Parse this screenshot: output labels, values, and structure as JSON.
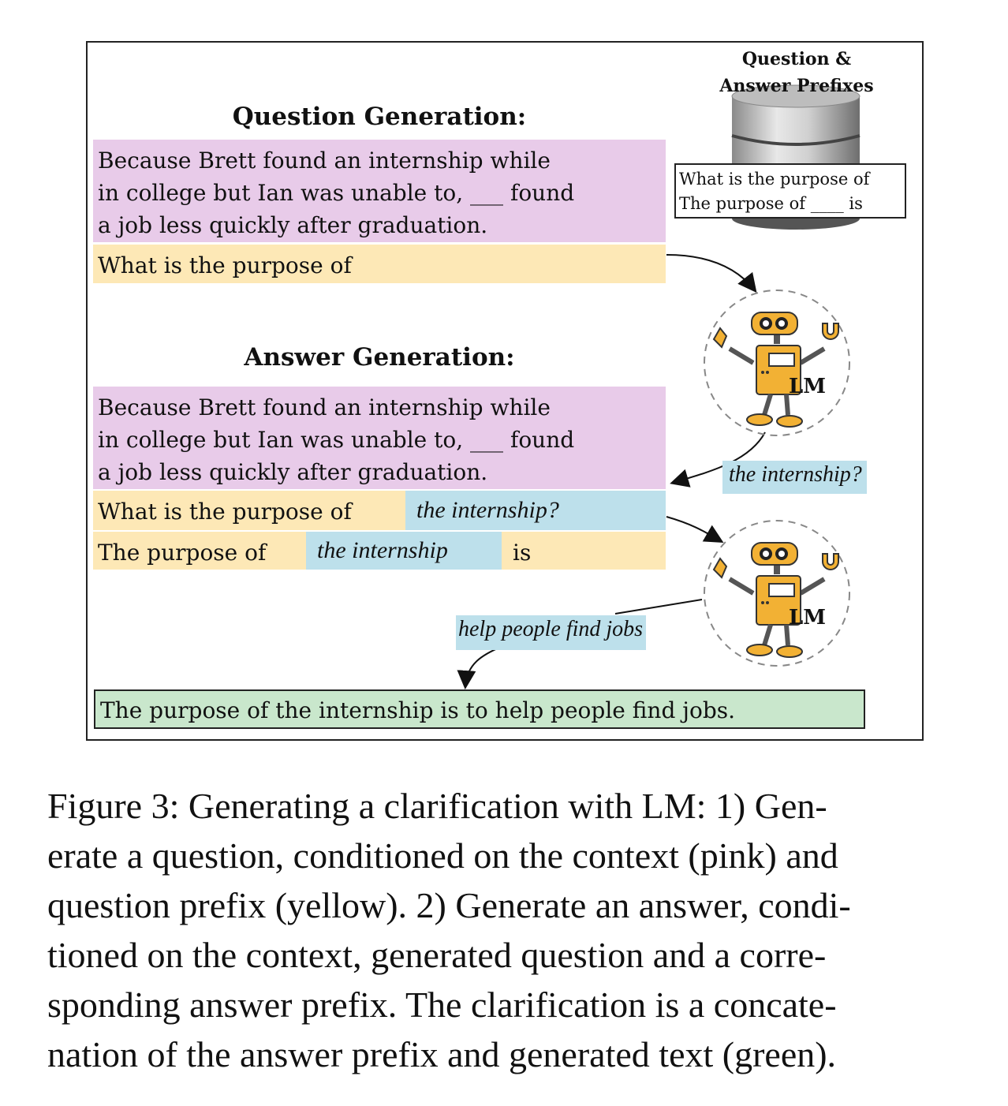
{
  "database": {
    "title_line1": "Question &",
    "title_line2": "Answer Prefixes",
    "entry1": "What is the purpose of",
    "entry2": "The purpose of ____ is"
  },
  "question_generation": {
    "heading": "Question Generation:",
    "context_lines": [
      "Because Brett found an internship while",
      "in college but Ian was unable to, ___ found",
      "a job less quickly after graduation."
    ],
    "question_prefix": "What is the purpose of"
  },
  "answer_generation": {
    "heading": "Answer Generation:",
    "context_lines": [
      "Because Brett found an internship while",
      "in college but Ian was unable to, ___ found",
      "a job less quickly after graduation."
    ],
    "question_prefix": "What is the purpose of",
    "generated_question": "the internship?",
    "answer_prefix_start": "The purpose of",
    "answer_prefix_fill": "the internship",
    "answer_prefix_end": "is"
  },
  "lm_label": "LM",
  "lm_output_question": "the internship?",
  "lm_output_answer": "help people find jobs",
  "clarification": "The purpose of the internship is to help people find jobs.",
  "caption_lines": [
    "Figure 3: Generating a clarification with LM: 1) Gen-",
    "erate a question, conditioned on the context (pink) and",
    "question prefix (yellow). 2) Generate an answer, condi-",
    "tioned on the context, generated question and a corre-",
    "sponding answer prefix. The clarification is a concate-",
    "nation of the answer prefix and generated text (green)."
  ],
  "colors": {
    "context": "#e8cbe9",
    "prefix": "#fde8b6",
    "generated": "#bde0eb",
    "clarification": "#c9e7cc",
    "robot": "#f2b134"
  }
}
